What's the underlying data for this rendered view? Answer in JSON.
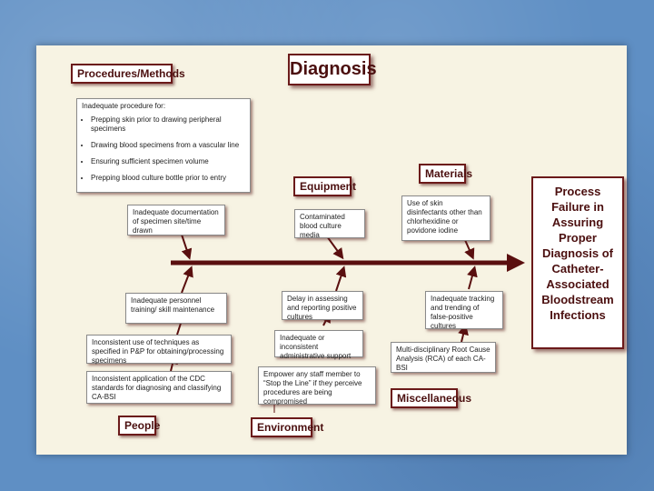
{
  "title": "Diagnosis",
  "outcome": "Process Failure in Assuring Proper Diagnosis of Catheter-Associated Bloodstream Infections",
  "categories": {
    "procedures": "Procedures/Methods",
    "equipment": "Equipment",
    "materials": "Materials",
    "people": "People",
    "environment": "Environment",
    "miscellaneous": "Miscellaneous"
  },
  "procedures": {
    "intro": "Inadequate procedure for:",
    "items": [
      "Prepping skin prior to drawing peripheral specimens",
      "Drawing blood specimens from a vascular line",
      "Ensuring sufficient specimen volume",
      "Prepping blood culture bottle prior to entry"
    ],
    "documentation": "Inadequate documentation of specimen site/time drawn"
  },
  "equipment": {
    "cause": "Contaminated blood culture media"
  },
  "materials": {
    "cause": "Use of skin disinfectants other than chlorhexidine or povidone iodine"
  },
  "people": {
    "training": "Inadequate personnel training/ skill maintenance",
    "techniques": "Inconsistent use of techniques as specified in P&P for obtaining/processing specimens",
    "standards": "Inconsistent application of the CDC standards for diagnosing and classifying CA-BSI"
  },
  "environment": {
    "delay": "Delay in assessing and reporting positive cultures",
    "support": "Inadequate or inconsistent administrative support",
    "empower": "Empower any staff member to “Stop the Line” if they perceive procedures are being compromised"
  },
  "miscellaneous": {
    "tracking": "Inadequate tracking and trending of false-positive cultures",
    "rca": "Multi-disciplinary Root Cause Analysis (RCA) of each CA-BSI"
  },
  "colors": {
    "arrow": "#5a0f0f",
    "header_text": "#4b0f0f"
  }
}
